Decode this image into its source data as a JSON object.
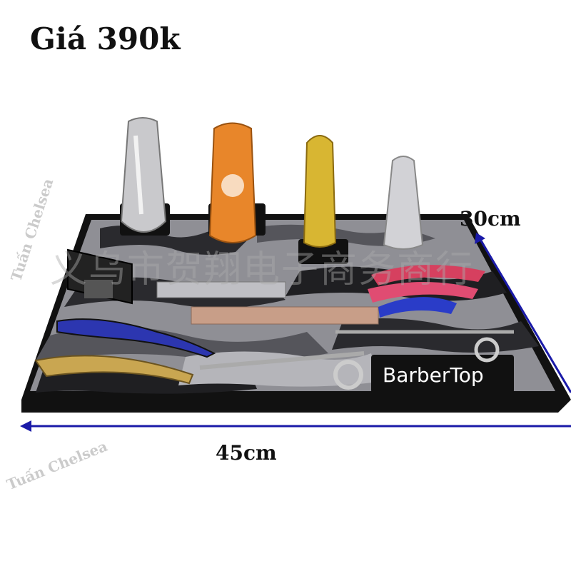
{
  "price_label": "Giá 390k",
  "width_label": "45cm",
  "height_label": "30cm",
  "brand_text": "BarberTop",
  "watermark_author": "Tuấn Chelsea",
  "watermark_cn": "义乌市贺翔电子商务商行",
  "colors": {
    "arrow": "#1a1aa8",
    "mat_border": "#111111",
    "camo_light": "#9a9aa0",
    "camo_mid": "#5e5e64",
    "camo_dark": "#1f1f22"
  }
}
